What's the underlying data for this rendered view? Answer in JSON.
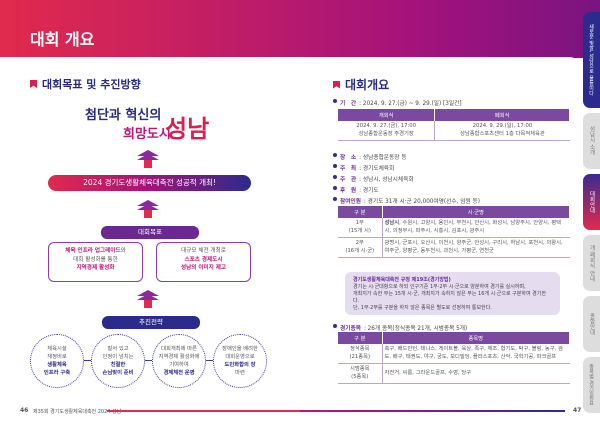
{
  "header": {
    "title": "대회 개요"
  },
  "left": {
    "section_title": "대회목표 및 추진방향",
    "slogan": {
      "line1": "첨단과 혁신의",
      "line2": "희망도시",
      "city": "성남"
    },
    "main_goal": "2024 경기도생활체육대축전 성공적 개최!",
    "goal_label": "대회목표",
    "goals": [
      {
        "l1": "체육 인프라 업그레이드",
        "l1b": "와",
        "l2": "대회 활성화를 통한",
        "l3": "지역경제 활성화"
      },
      {
        "l1": "대규모 체전 개최로",
        "l2": "스포츠 경제도시",
        "l3": "성남의 이미지 제고"
      }
    ],
    "strategy_label": "추진전략",
    "strategies": [
      {
        "l1": "체육시설",
        "l2": "재정비로",
        "l3": "생활체육",
        "l4": "인프라 구축"
      },
      {
        "l1": "질서 있고",
        "l2": "인정이 넘치는",
        "l3": "친절한",
        "l4": "손님맞이 준비"
      },
      {
        "l1": "대회개최에 따른",
        "l2": "지역경제 활성화에",
        "l3": "기여하여",
        "l4": "경제체전 운영"
      },
      {
        "l1": "장애인을 배려한",
        "l2": "대회운영으로",
        "l3": "도민화합의 장",
        "l4": "마련"
      }
    ],
    "footer": {
      "page": "46",
      "text": "제35회 경기도생활체육대축전 2024 성남"
    }
  },
  "right": {
    "section_title": "대회개요",
    "period": {
      "label": "기　간",
      "value": ": 2024. 9. 27.(금) ~ 9. 29.(일) [3일간]"
    },
    "ceremony_table": {
      "headers": [
        "개회식",
        "폐회식"
      ],
      "rows": [
        [
          "2024. 9. 27.(금), 17:00",
          "2024. 9. 29.(일), 17:00"
        ],
        [
          "성남종합운동장 주경기장",
          "성남종합스포츠센터 1층 다목적체육관"
        ]
      ]
    },
    "items": [
      {
        "label": "장　소",
        "value": ": 성남종합운동장 등"
      },
      {
        "label": "주　최",
        "value": ": 경기도체육회"
      },
      {
        "label": "주　관",
        "value": ": 성남시, 성남시체육회"
      },
      {
        "label": "후　원",
        "value": ": 경기도"
      },
      {
        "label": "참여인원",
        "value": ": 경기도 31개 시·군 20,000여명(선수, 임원 등)"
      }
    ],
    "division_table": {
      "headers": [
        "구 분",
        "시·군명"
      ],
      "rows": [
        {
          "div": "1부",
          "sub": "(15개 시)",
          "bold": "성남시",
          "names": ", 수원시, 고양시, 용인시, 부천시, 안산시, 화성시, 남양주시, 안양시, 평택시, 의정부시, 파주시, 시흥시, 김포시, 광주시"
        },
        {
          "div": "2부",
          "sub": "(16개 시·군)",
          "bold": "",
          "names": "광명시, 군포시, 오산시, 이천시, 양주군, 안성시, 구리시, 하남시, 포천시, 의왕시, 여주군, 양평군, 동두천시, 과천시, 가평군, 연천군"
        }
      ]
    },
    "note": {
      "title": "경기도생활체육대축전 규정 제19조(경기방법)",
      "lines": [
        "경기는 시·군대항으로 하되 인구기준 1부·2부 시·군으로 양분하여 경기를 실시하며,",
        "개최지가 속한 부는 15개 시·군, 개최지가 속하지 않은 부는 16개 시·군으로 구분하여 경기한다.",
        "단, 1부·2부를 구분을 하지 않은 종목은 별도로 선정하여 통보한다."
      ]
    },
    "events": {
      "label": "경기종목",
      "value": ": 26개 종목(정식종목 21개, 시범종목 5개)"
    },
    "events_table": {
      "headers": [
        "구 분",
        "종목명"
      ],
      "rows": [
        {
          "div": "정식종목",
          "sub": "(21종목)",
          "names": "축구, 배드민턴, 테니스, 게이트볼, 육상, 족구, 체조, 합기도, 탁구, 볼링, 농구, 검도, 배구, 태권도, 야구, 궁도, 보디빌딩, 플라스포츠, 산악, 국학기공, 파크골프"
        },
        {
          "div": "시범종목",
          "sub": "(5종목)",
          "names": "자전거, 씨름, 그라운드골프, 수영, 당구"
        }
      ]
    },
    "footer": {
      "page": "47"
    }
  },
  "side_tabs": [
    "새로운 빛깔, 성남으로 물들이다",
    "성남시 소개",
    "대회안내",
    "개·폐회식 안내",
    "종합안내",
    "종목별 경기일정표"
  ],
  "colors": {
    "accent_red": "#e12a4d",
    "accent_purple": "#7b4aa0",
    "navy": "#2b2b8e"
  }
}
